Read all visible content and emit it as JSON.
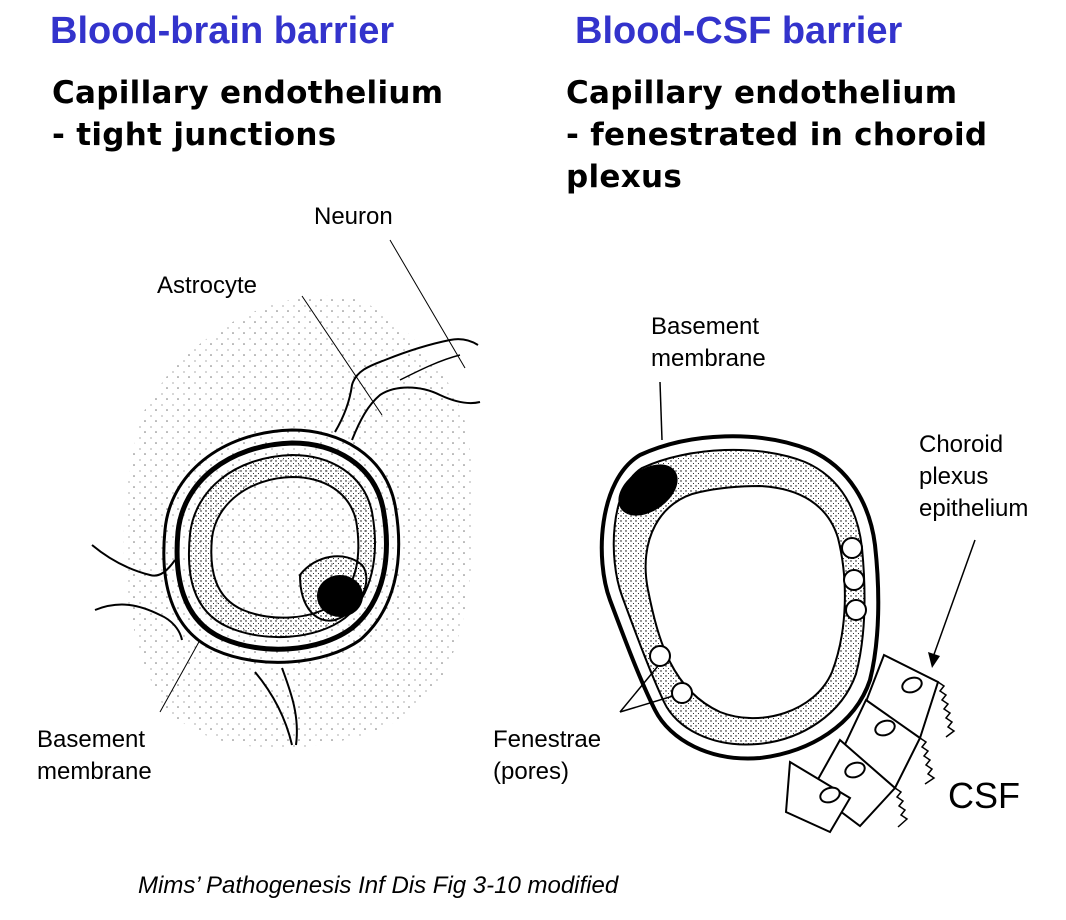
{
  "left_panel": {
    "title": "Blood-brain barrier",
    "subtitle_line1": "Capillary endothelium",
    "subtitle_line2": "- tight junctions",
    "labels": {
      "neuron": "Neuron",
      "astrocyte": "Astrocyte",
      "basement_line1": "Basement",
      "basement_line2": "membrane"
    }
  },
  "right_panel": {
    "title": "Blood-CSF barrier",
    "subtitle_line1": "Capillary endothelium",
    "subtitle_line2": "- fenestrated in choroid",
    "subtitle_line3": "plexus",
    "labels": {
      "basement_line1": "Basement",
      "basement_line2": "membrane",
      "choroid_line1": "Choroid",
      "choroid_line2": "plexus",
      "choroid_line3": "epithelium",
      "fenestrae_line1": "Fenestrae",
      "fenestrae_line2": "(pores)",
      "csf": "CSF"
    }
  },
  "caption": "Mims’ Pathogenesis Inf Dis Fig 3-10 modified",
  "colors": {
    "title": "#3333cc",
    "ink": "#000000"
  }
}
